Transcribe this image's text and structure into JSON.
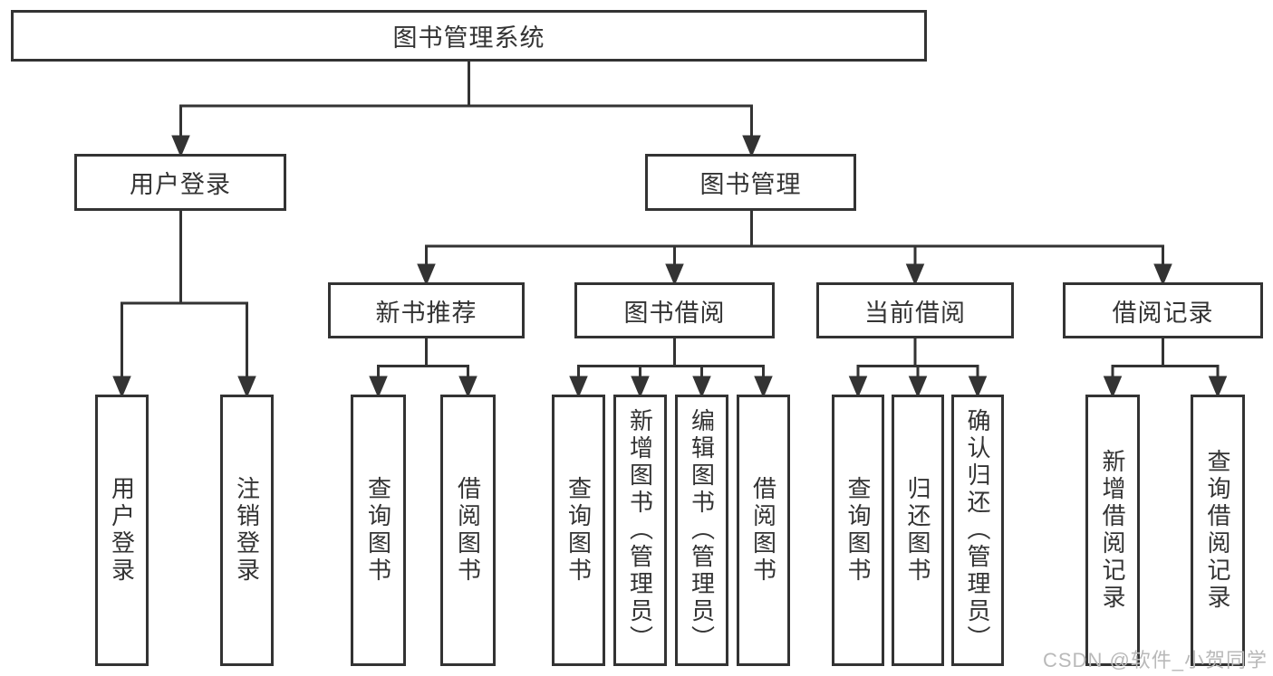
{
  "title": "图书管理系统",
  "watermark": {
    "text": "CSDN @软件_小贺同学"
  },
  "colors": {
    "line": "#333333",
    "box_border": "#333333",
    "text": "#333333",
    "watermark_text": "#b9b9b9",
    "background": "#ffffff"
  },
  "tree": {
    "root": {
      "label": "图书管理系统",
      "children": [
        {
          "label": "用户登录",
          "children": [
            {
              "label": "用户登录"
            },
            {
              "label": "注销登录"
            }
          ]
        },
        {
          "label": "图书管理",
          "children": [
            {
              "label": "新书推荐",
              "children": [
                {
                  "label": "查询图书"
                },
                {
                  "label": "借阅图书"
                }
              ]
            },
            {
              "label": "图书借阅",
              "children": [
                {
                  "label": "查询图书"
                },
                {
                  "label": "新增图书（管理员）"
                },
                {
                  "label": "编辑图书（管理员）"
                },
                {
                  "label": "借阅图书"
                }
              ]
            },
            {
              "label": "当前借阅",
              "children": [
                {
                  "label": "查询图书"
                },
                {
                  "label": "归还图书"
                },
                {
                  "label": "确认归还（管理员）"
                }
              ]
            },
            {
              "label": "借阅记录",
              "children": [
                {
                  "label": "新增借阅记录"
                },
                {
                  "label": "查询借阅记录"
                }
              ]
            }
          ]
        }
      ]
    }
  }
}
